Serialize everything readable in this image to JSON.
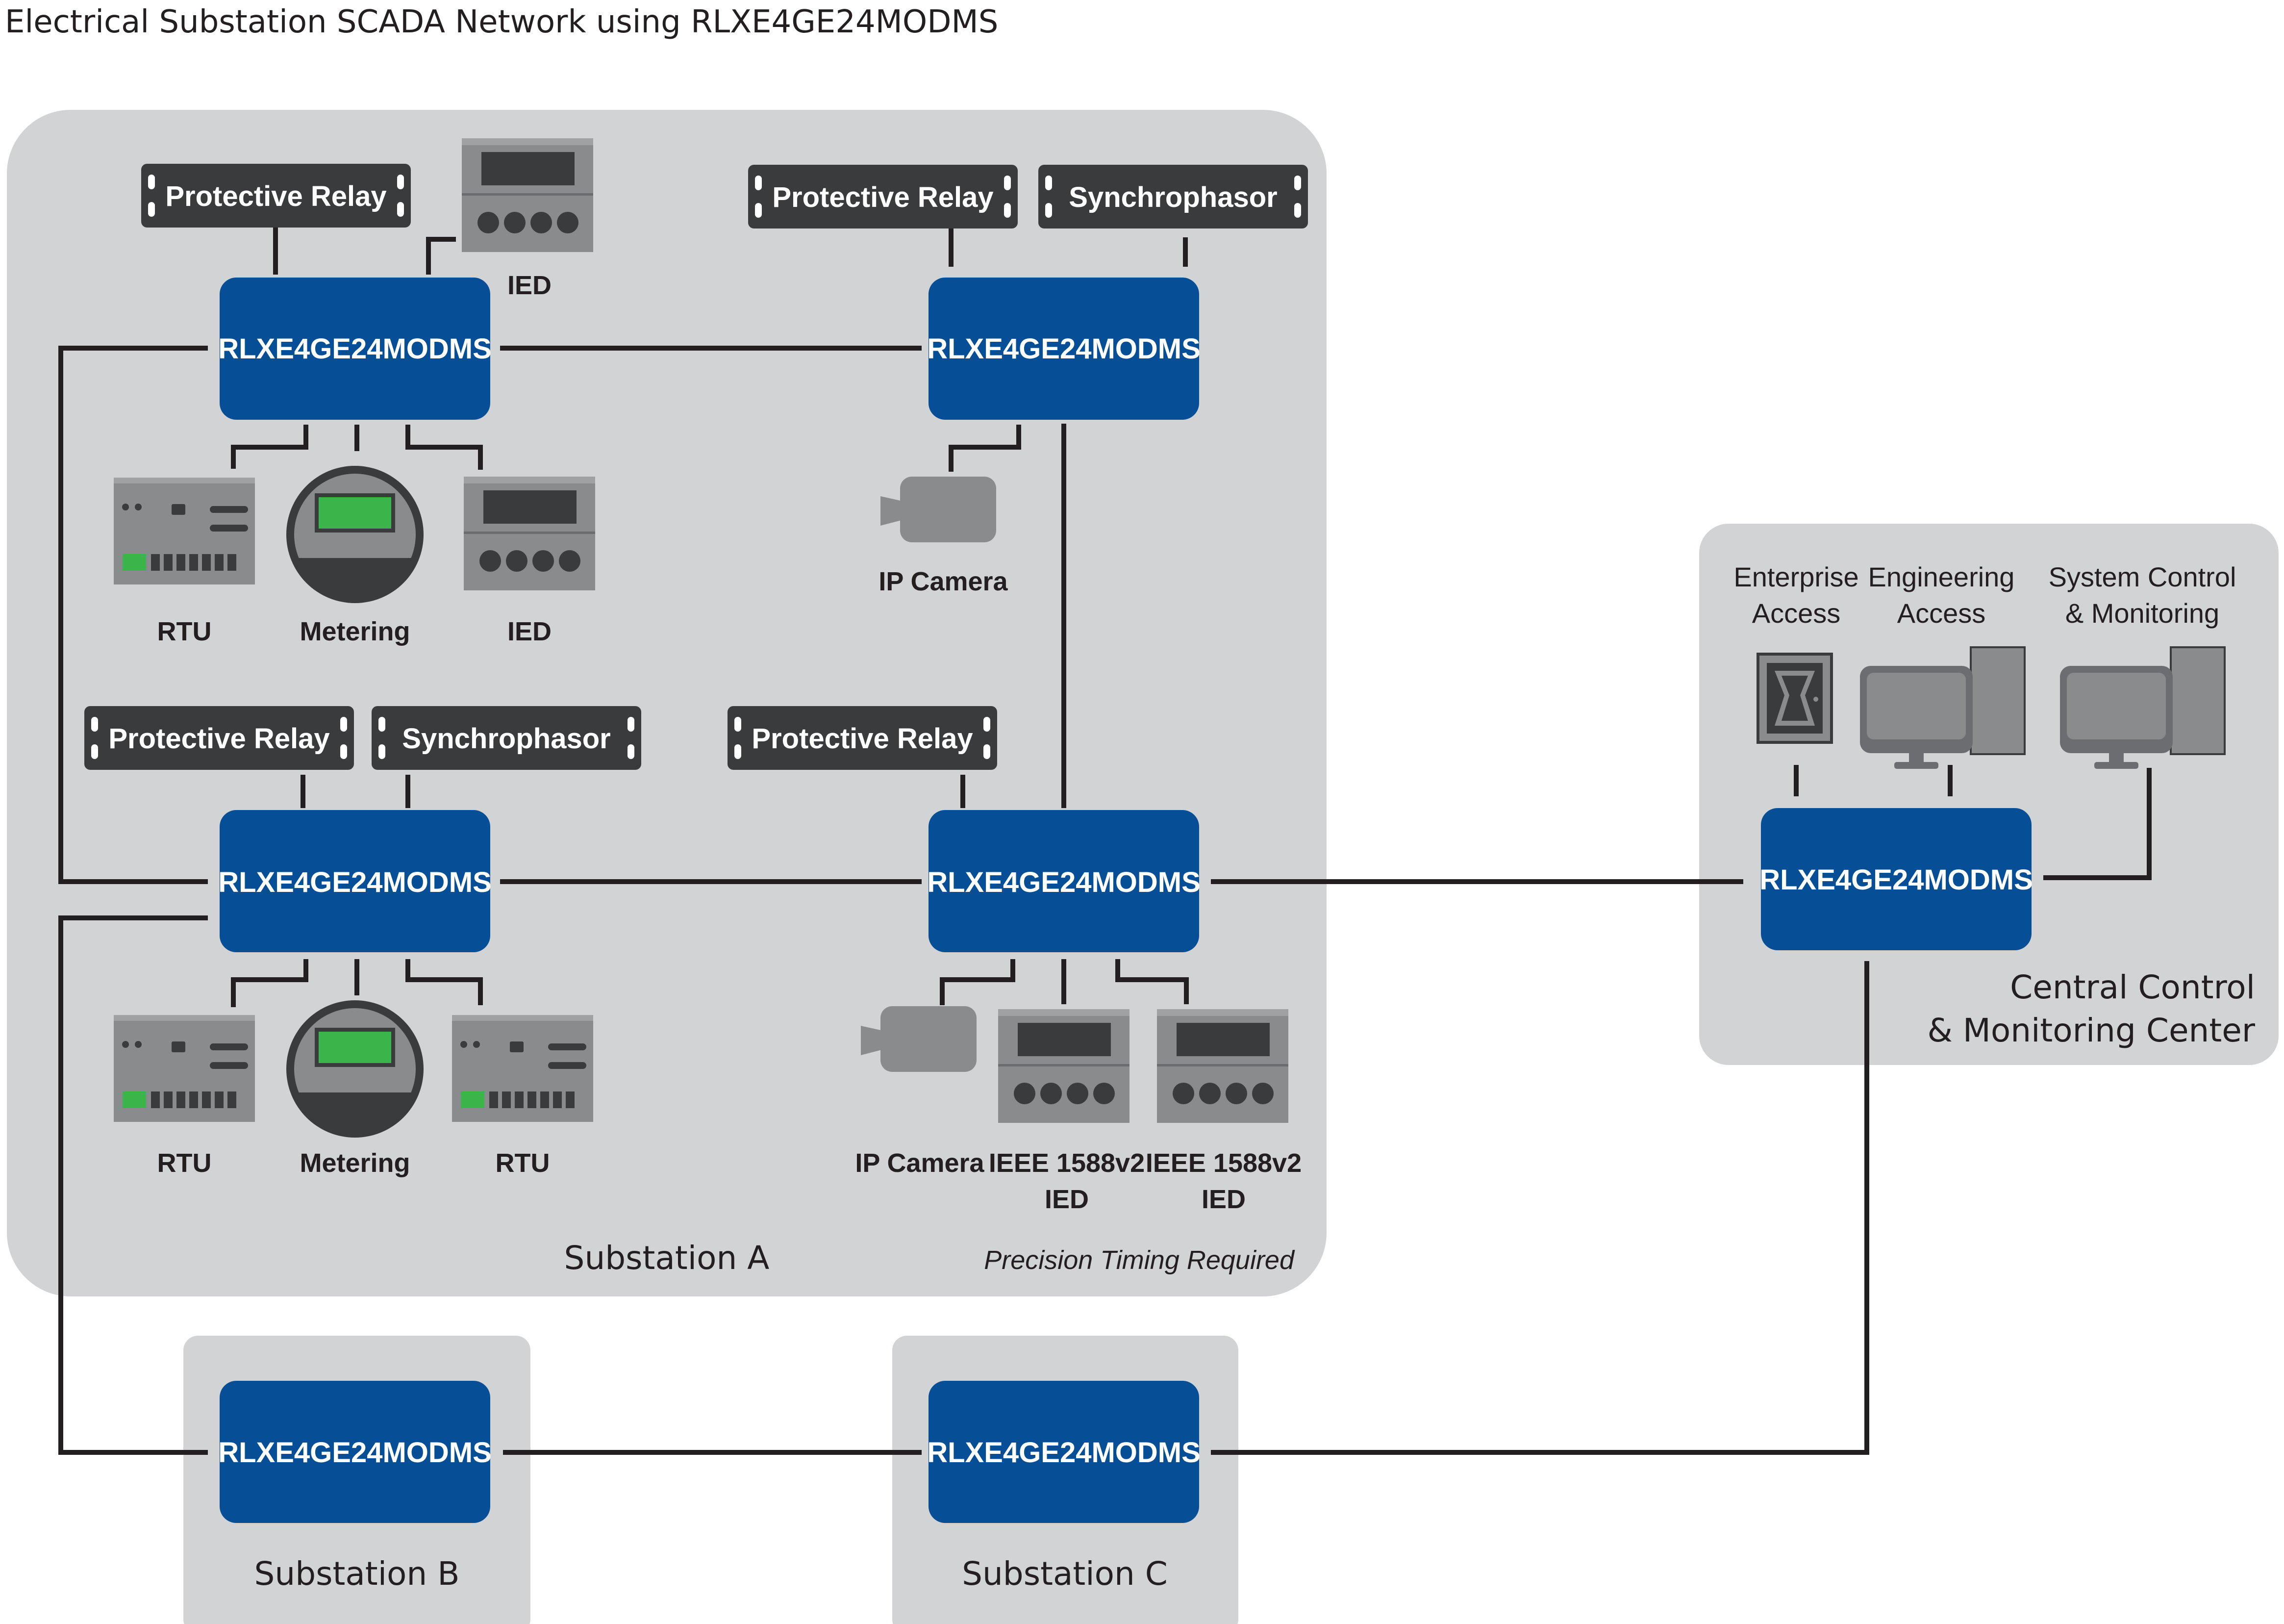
{
  "title": "Electrical Substation SCADA Network using RLXE4GE24MODMS",
  "switch_label": "RLXE4GE24MODMS",
  "regions": {
    "substation_a": "Substation A",
    "substation_b": "Substation B",
    "substation_c": "Substation C",
    "central_line1": "Central Control",
    "central_line2": "& Monitoring Center"
  },
  "note": "Precision Timing Required",
  "devices": {
    "protective_relay": "Protective Relay",
    "synchrophasor": "Synchrophasor",
    "ied": "IED",
    "rtu": "RTU",
    "metering": "Metering",
    "ip_camera": "IP Camera",
    "ieee_ied_line1": "IEEE 1588v2",
    "ieee_ied_line2": "IED"
  },
  "central": {
    "enterprise_line1": "Enterprise",
    "enterprise_line2": "Access",
    "engineering_line1": "Engineering",
    "engineering_line2": "Access",
    "system_line1": "System Control",
    "system_line2": "& Monitoring"
  },
  "colors": {
    "switch_blue": "#064f96",
    "region_grey": "#d1d3d5",
    "device_dark": "#3a3b3d",
    "device_grey": "#8a8b8d",
    "screen_green": "#3bb54a",
    "line": "#231f20"
  }
}
